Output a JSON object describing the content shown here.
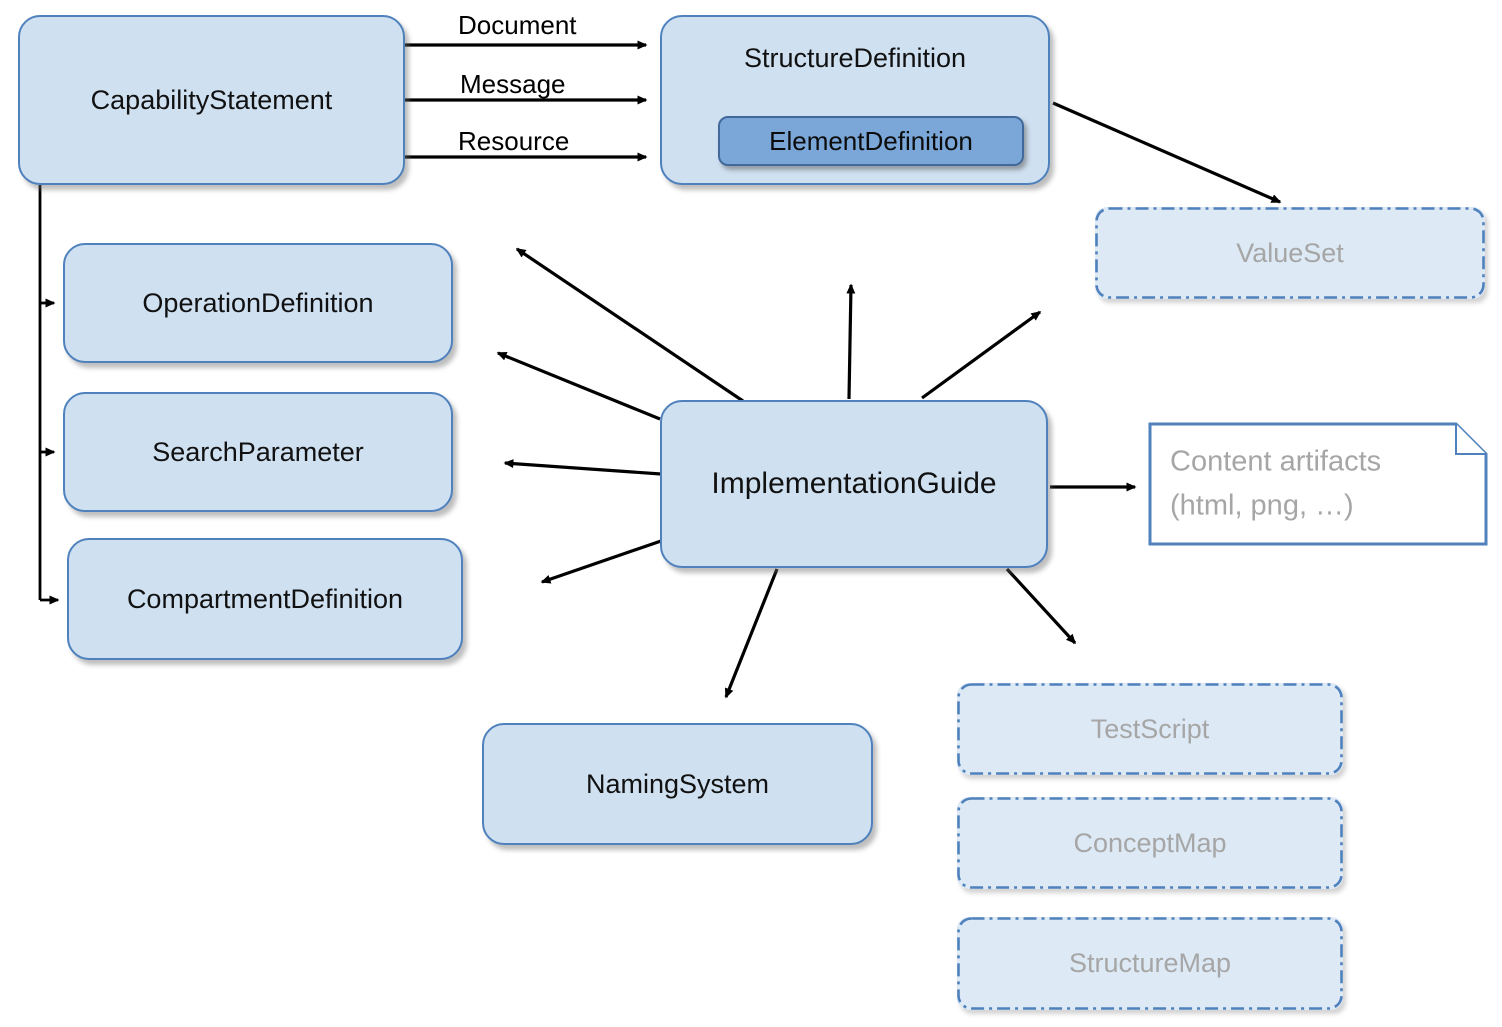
{
  "diagram": {
    "nodes": {
      "capability_statement": {
        "label": "CapabilityStatement"
      },
      "structure_definition": {
        "label": "StructureDefinition"
      },
      "element_definition": {
        "label": "ElementDefinition"
      },
      "value_set": {
        "label": "ValueSet"
      },
      "operation_definition": {
        "label": "OperationDefinition"
      },
      "search_parameter": {
        "label": "SearchParameter"
      },
      "compartment_definition": {
        "label": "CompartmentDefinition"
      },
      "implementation_guide": {
        "label": "ImplementationGuide"
      },
      "naming_system": {
        "label": "NamingSystem"
      },
      "test_script": {
        "label": "TestScript"
      },
      "concept_map": {
        "label": "ConceptMap"
      },
      "structure_map": {
        "label": "StructureMap"
      },
      "content_artifacts": {
        "line1": "Content artifacts",
        "line2": "(html, png, …)"
      }
    },
    "edge_labels": {
      "document": "Document",
      "message": "Message",
      "resource": "Resource"
    },
    "colors": {
      "accent_border": "#4f81bd",
      "node_fill": "#cfe0f1",
      "nested_fill": "#7aa7d8",
      "dashed_fill": "#dde9f5",
      "muted_text": "#a6a6a6",
      "arrow": "#000000"
    }
  }
}
